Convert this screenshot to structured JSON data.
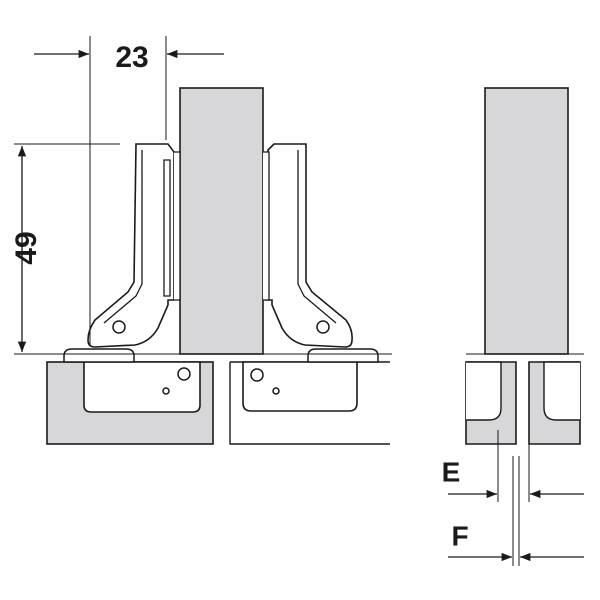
{
  "dimensions": {
    "horizontal_offset": "23",
    "vertical_height": "49",
    "gap_e": "E",
    "gap_f": "F"
  },
  "colors": {
    "panel_fill": "#d7d7d9",
    "background": "#ffffff",
    "line": "#1a1a1a"
  }
}
